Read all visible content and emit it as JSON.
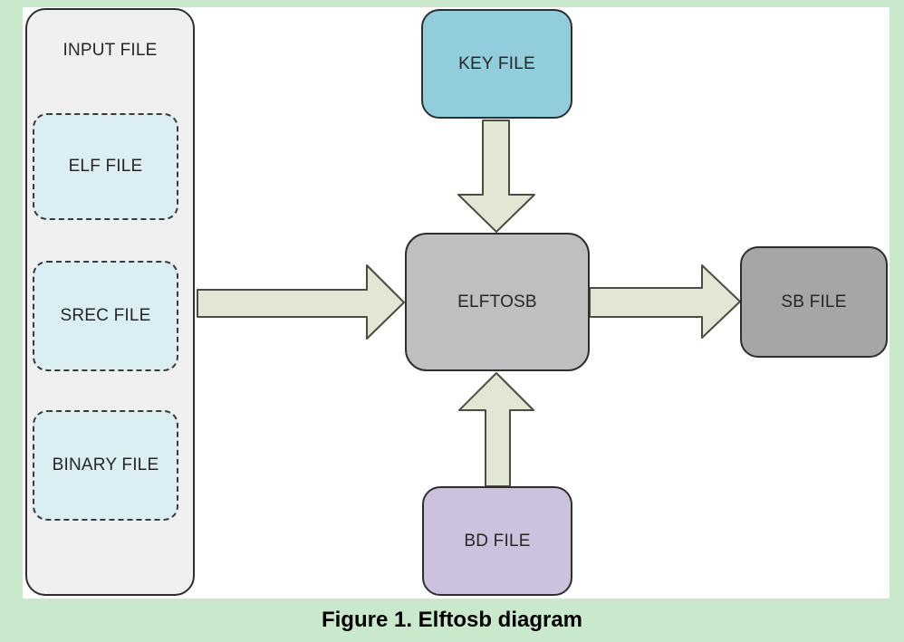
{
  "page": {
    "background_color": "#cae9cc",
    "canvas_color": "#ffffff",
    "caption": "Figure 1. Elftosb diagram"
  },
  "diagram": {
    "input_group": {
      "label": "INPUT FILE",
      "fill": "#f0f0f0",
      "items": [
        {
          "label": "ELF FILE",
          "fill": "#daeef3",
          "border_style": "dashed"
        },
        {
          "label": "SREC FILE",
          "fill": "#daeef3",
          "border_style": "dashed"
        },
        {
          "label": "BINARY FILE",
          "fill": "#daeef3",
          "border_style": "dashed"
        }
      ]
    },
    "nodes": {
      "key_file": {
        "label": "KEY FILE",
        "fill": "#92cddc"
      },
      "elftosb": {
        "label": "ELFTOSB",
        "fill": "#bfbfbf"
      },
      "sb_file": {
        "label": "SB FILE",
        "fill": "#a6a6a6"
      },
      "bd_file": {
        "label": "BD FILE",
        "fill": "#ccc2dd"
      }
    },
    "arrows": {
      "fill": "#e1e7d3",
      "stroke": "#4c4c44",
      "connections": [
        {
          "from": "INPUT FILE",
          "to": "ELFTOSB",
          "direction": "right"
        },
        {
          "from": "KEY FILE",
          "to": "ELFTOSB",
          "direction": "down"
        },
        {
          "from": "BD FILE",
          "to": "ELFTOSB",
          "direction": "up"
        },
        {
          "from": "ELFTOSB",
          "to": "SB FILE",
          "direction": "right"
        }
      ]
    },
    "border_color": "#2e2e2e",
    "text_color": "#262626"
  }
}
